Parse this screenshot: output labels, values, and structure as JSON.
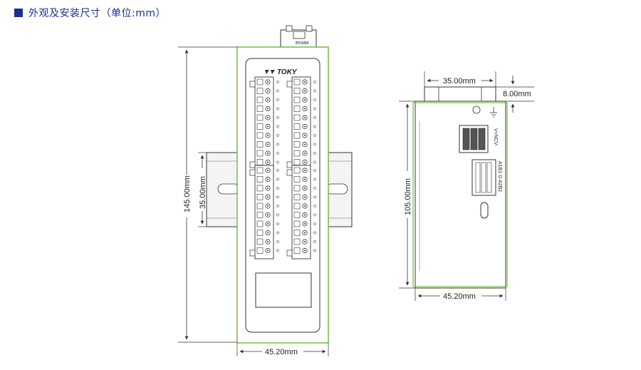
{
  "header": {
    "title": "外观及安装尺寸（单位:mm）",
    "accent_color": "#1f2f8f",
    "square_color": "#1f2f8f"
  },
  "front_view": {
    "brand": "TOKY",
    "small_label": "ecoax",
    "dim_height": "145.00mm",
    "dim_rail": "35.00mm",
    "dim_width": "45.20mm"
  },
  "side_view": {
    "dim_top_width": "35.00mm",
    "dim_top_height": "8.00mm",
    "dim_height": "105.00mm",
    "dim_width": "45.20mm",
    "power_label": "V+NCV-",
    "comm_label": "A1B1 G A2B2"
  },
  "colors": {
    "outline_green": "#6fbf3a",
    "line": "#333333",
    "rail_fill": "#f4f4f4"
  }
}
